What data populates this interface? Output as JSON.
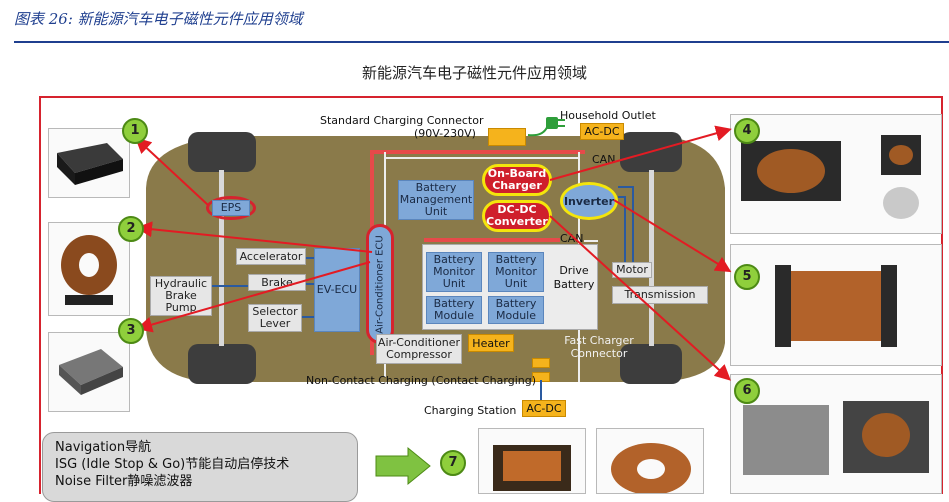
{
  "header": {
    "caption": "图表 26: 新能源汽车电子磁性元件应用领域"
  },
  "title": "新能源汽车电子磁性元件应用领域",
  "diagram": {
    "standard_connector": "Standard Charging Connector",
    "voltage": "(90V-230V)",
    "household_outlet": "Household Outlet",
    "acdc_top": "AC-DC",
    "can_top": "CAN",
    "can_mid": "CAN",
    "eps": "EPS",
    "bmu": "Battery Management Unit",
    "obc": "On-Board Charger",
    "dcdc": "DC-DC Converter",
    "inverter": "Inverter",
    "accelerator": "Accelerator",
    "brake": "Brake",
    "hydraulic": "Hydraulic Brake Pump",
    "selector": "Selector Lever",
    "evecu": "EV-ECU",
    "acecu": "Air-Conditioner ECU",
    "bmon1": "Battery Monitor Unit",
    "bmon2": "Battery Monitor Unit",
    "bmod1": "Battery Module",
    "bmod2": "Battery Module",
    "drive": "Drive Battery",
    "motor": "Motor",
    "transmission": "Transmission",
    "fast_charger": "Fast Charger Connector",
    "heater": "Heater",
    "ac_compressor": "Air-Conditioner Compressor",
    "noncontact": "Non-Contact Charging (Contact Charging)",
    "charging_station": "Charging Station",
    "acdc_bottom": "AC-DC"
  },
  "markers": [
    "1",
    "2",
    "3",
    "4",
    "5",
    "6",
    "7"
  ],
  "nav": {
    "line1": "Navigation导航",
    "line2": "ISG (Idle Stop & Go)节能自动启停技术",
    "line3": "Noise Filter静噪滤波器"
  },
  "colors": {
    "accent_red": "#d6232e",
    "header_blue": "#1f3f8f",
    "chassis": "#8a7a4a",
    "marker_green": "#8fcf3c"
  }
}
